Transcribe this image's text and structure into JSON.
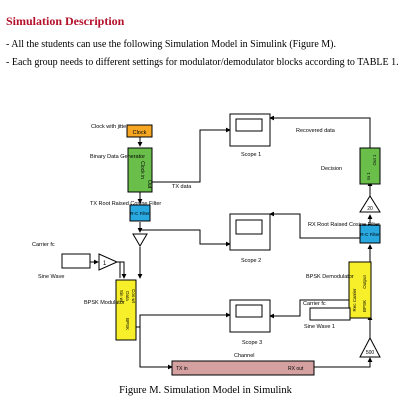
{
  "section_title": "Simulation Description",
  "paragraphs": [
    "- All the students can use the following Simulation Model in Simulink (Figure M).",
    "- Each group needs to different settings for modulator/demodulator blocks according to TABLE 1."
  ],
  "caption": "Figure M. Simulation Model in Simulink",
  "diagram": {
    "clock_jitter_label": "Clock with jitter",
    "clock_block": "Clock",
    "bdg_label": "Binary Data Generator",
    "bdg_port_clk": "Clock in",
    "bdg_port_out": "Out",
    "tx_data": "TX data",
    "txrc_label": "TX Root Raised Cosine Filter",
    "txrc_block": "R-C Filter",
    "carrier_label": "Carrier fc",
    "sine_wave_label": "Sine Wave",
    "gain_one": "1",
    "bpsk_mod_label": "BPSK Modulator",
    "bpsk_mod_ports": [
      "Sin wt",
      "Data",
      "Cos wt"
    ],
    "bpsk_mod_port_out": "BPSK",
    "scope1": "Scope 1",
    "scope2": "Scope 2",
    "scope3": "Scope 3",
    "recovered": "Recovered data",
    "decision": "Decision",
    "decision_ports": [
      "In 1",
      "Out 1"
    ],
    "gain20": "20",
    "rxrc_label": "RX Root Raised Cosine Filter",
    "rxrc_block": "R-C Filter",
    "bpsk_demod_label": "BPSK Demodulator",
    "demod_ports": [
      "Output",
      "Rec Carrier",
      "BPSK"
    ],
    "carrier_rx": "Carrier fc",
    "sine_wave1": "Sine Wave 1",
    "gain500": "500",
    "channel": "Channel",
    "tx_in": "TX in",
    "rx_out": "RX out"
  }
}
